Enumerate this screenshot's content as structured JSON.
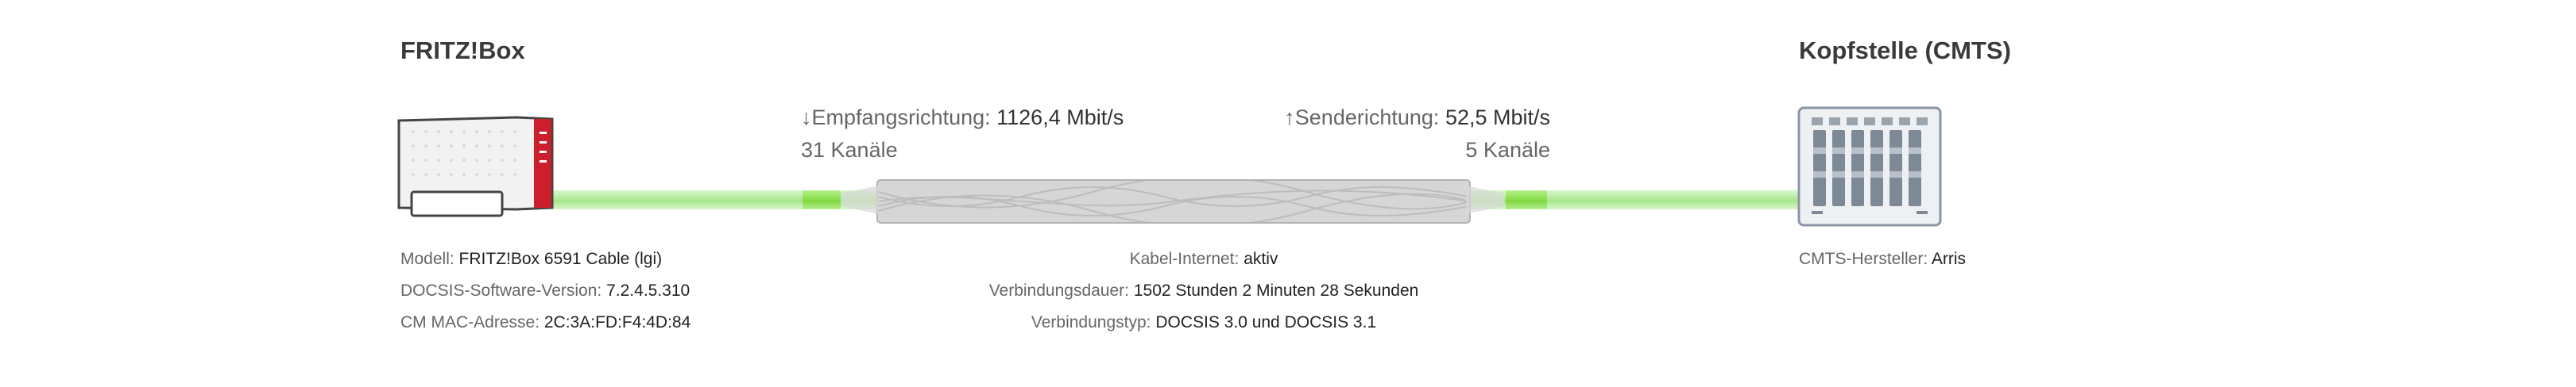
{
  "left": {
    "title": "FRITZ!Box",
    "rows": [
      {
        "label": "Modell:",
        "value": "FRITZ!Box 6591 Cable (lgi)"
      },
      {
        "label": "DOCSIS-Software-Version:",
        "value": "7.2.4.5.310"
      },
      {
        "label": "CM MAC-Adresse:",
        "value": "2C:3A:FD:F4:4D:84"
      }
    ]
  },
  "right": {
    "title": "Kopfstelle (CMTS)",
    "rows": [
      {
        "label": "CMTS-Hersteller:",
        "value": "Arris"
      }
    ]
  },
  "downstream": {
    "arrow": "↓",
    "label": "Empfangsrichtung:",
    "value": "1126,4 Mbit/s",
    "channels": "31 Kanäle"
  },
  "upstream": {
    "arrow": "↑",
    "label": "Senderichtung:",
    "value": "52,5 Mbit/s",
    "channels": "5 Kanäle"
  },
  "center": {
    "rows": [
      {
        "label": "Kabel-Internet:",
        "value": "aktiv"
      },
      {
        "label": "Verbindungsdauer:",
        "value": "1502 Stunden 2 Minuten 28 Sekunden"
      },
      {
        "label": "Verbindungstyp:",
        "value": "DOCSIS 3.0 und DOCSIS 3.1"
      }
    ]
  },
  "icons": {
    "modem": "fritzbox-router-icon",
    "cmts": "cmts-server-icon",
    "cable": "cable-bundle-graphic"
  },
  "colors": {
    "line": "#a5e68a",
    "line_bright": "#7fd83f",
    "fritz_red": "#cc1f2b",
    "bundle": "#d6d6d6"
  }
}
